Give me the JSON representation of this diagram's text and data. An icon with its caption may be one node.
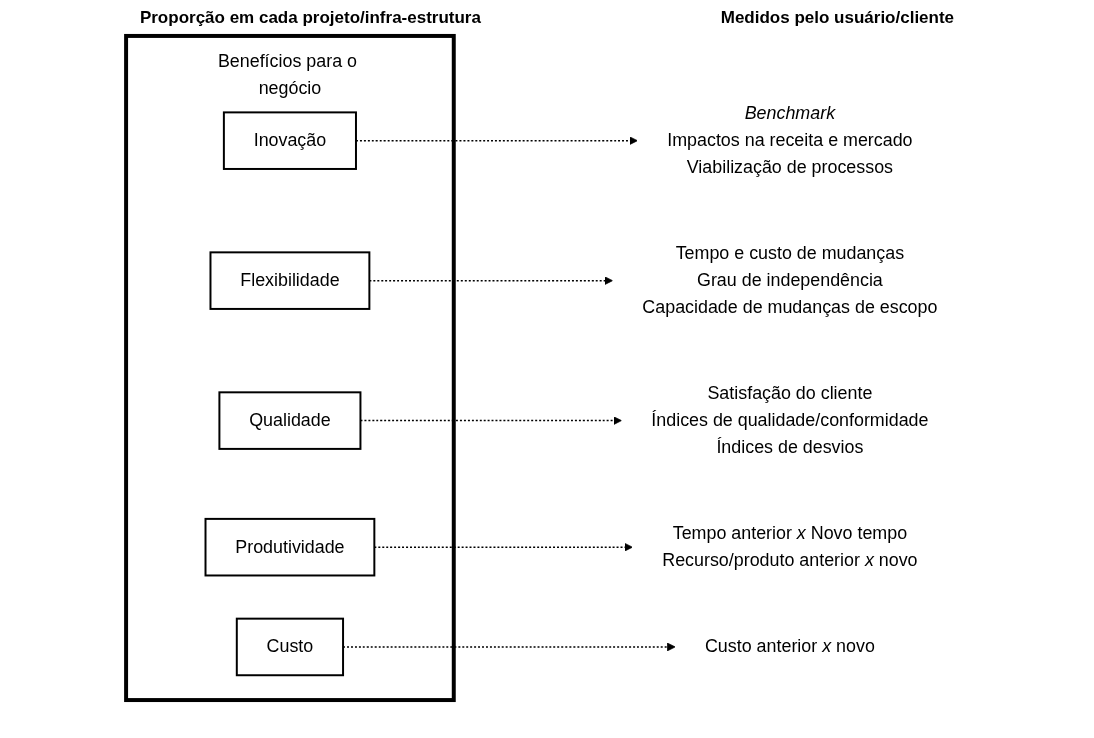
{
  "diagram": {
    "nodes": [
      {
        "text": [
          "Benefícios para o negócio"
        ]
      },
      {
        "text": [
          "Inovação"
        ],
        "in": 0
      },
      {
        "text": [
          "Flexibilidade"
        ],
        "in": 0
      },
      {
        "text": [
          "Qualidade"
        ],
        "in": 0
      },
      {
        "text": [
          "Produtividade"
        ],
        "in": 0
      },
      {
        "text": [
          "Custo"
        ],
        "in": 0
      },
      {
        "text": [
          "*Benchmark*",
          "Impactos na receita e mercado",
          "Viabilização de processos"
        ]
      },
      {
        "text": [
          "Tempo e custo de mudanças",
          "Grau de independência",
          "Capacidade de mudanças de escopo"
        ]
      },
      {
        "text": [
          "Satisfação do cliente",
          "Índices de qualidade/conformidade",
          "Índices de desvios"
        ]
      },
      {
        "text": [
          "Tempo anterior *x* Novo tempo",
          "Recurso/produto anterior *x* novo"
        ]
      },
      {
        "text": [
          "Custo anterior *x* novo"
        ]
      }
    ],
    "edges": [
      {
        "from": 1,
        "to": 6,
        "arrow": "to",
        "style": "dashed"
      },
      {
        "from": 2,
        "to": 7,
        "arrow": "to",
        "style": "dashed"
      },
      {
        "from": 3,
        "to": 8,
        "arrow": "to",
        "style": "dashed"
      },
      {
        "from": 4,
        "to": 9,
        "arrow": "to",
        "style": "dashed"
      },
      {
        "from": 5,
        "to": 10,
        "arrow": "to",
        "style": "dashed"
      }
    ],
    "labels": [
      "Proporção em cada projeto/infra-estrutura",
      "Medidos pelo usuário/cliente"
    ]
  }
}
